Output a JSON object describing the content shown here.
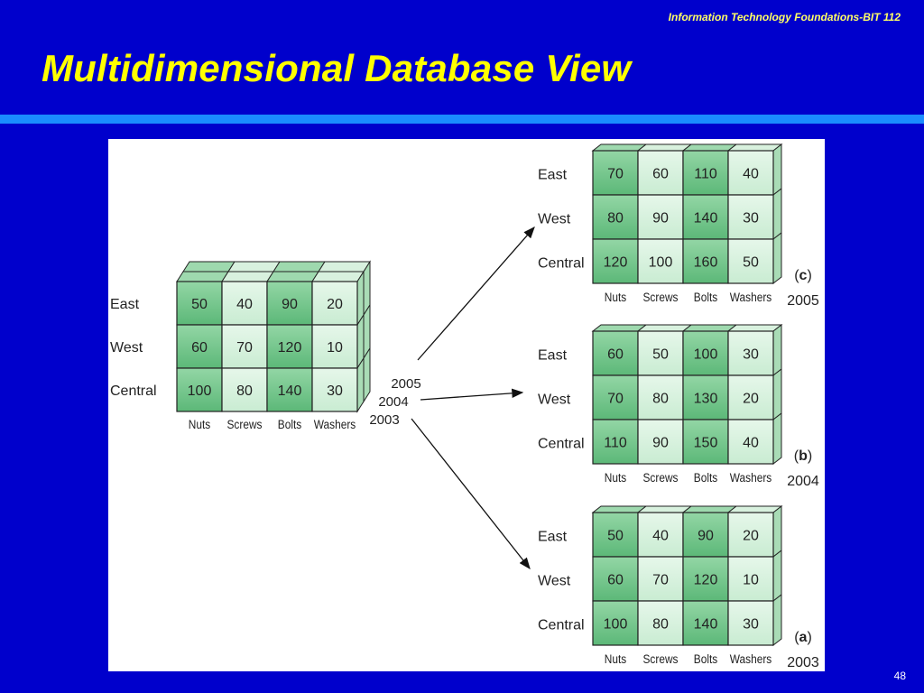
{
  "header": {
    "course": "Information Technology Foundations-BIT 112",
    "title": "Multidimensional Database View"
  },
  "slide_number": "48",
  "colors": {
    "background": "#0000cc",
    "title": "#ffff00",
    "rule": "#1a8cff",
    "cell_dark": "#5cb878",
    "cell_light": "#c9ecd2"
  },
  "diagram": {
    "products": [
      "Nuts",
      "Screws",
      "Bolts",
      "Washers"
    ],
    "regions": [
      "East",
      "West",
      "Central"
    ],
    "cube_years": [
      "2005",
      "2004",
      "2003"
    ],
    "cube_front_values": [
      [
        "50",
        "40",
        "90",
        "20"
      ],
      [
        "60",
        "70",
        "120",
        "10"
      ],
      [
        "100",
        "80",
        "140",
        "30"
      ]
    ],
    "slices": [
      {
        "letter": "c",
        "year": "2005",
        "values": [
          [
            "70",
            "60",
            "110",
            "40"
          ],
          [
            "80",
            "90",
            "140",
            "30"
          ],
          [
            "120",
            "100",
            "160",
            "50"
          ]
        ]
      },
      {
        "letter": "b",
        "year": "2004",
        "values": [
          [
            "60",
            "50",
            "100",
            "30"
          ],
          [
            "70",
            "80",
            "130",
            "20"
          ],
          [
            "110",
            "90",
            "150",
            "40"
          ]
        ]
      },
      {
        "letter": "a",
        "year": "2003",
        "values": [
          [
            "50",
            "40",
            "90",
            "20"
          ],
          [
            "60",
            "70",
            "120",
            "10"
          ],
          [
            "100",
            "80",
            "140",
            "30"
          ]
        ]
      }
    ]
  }
}
